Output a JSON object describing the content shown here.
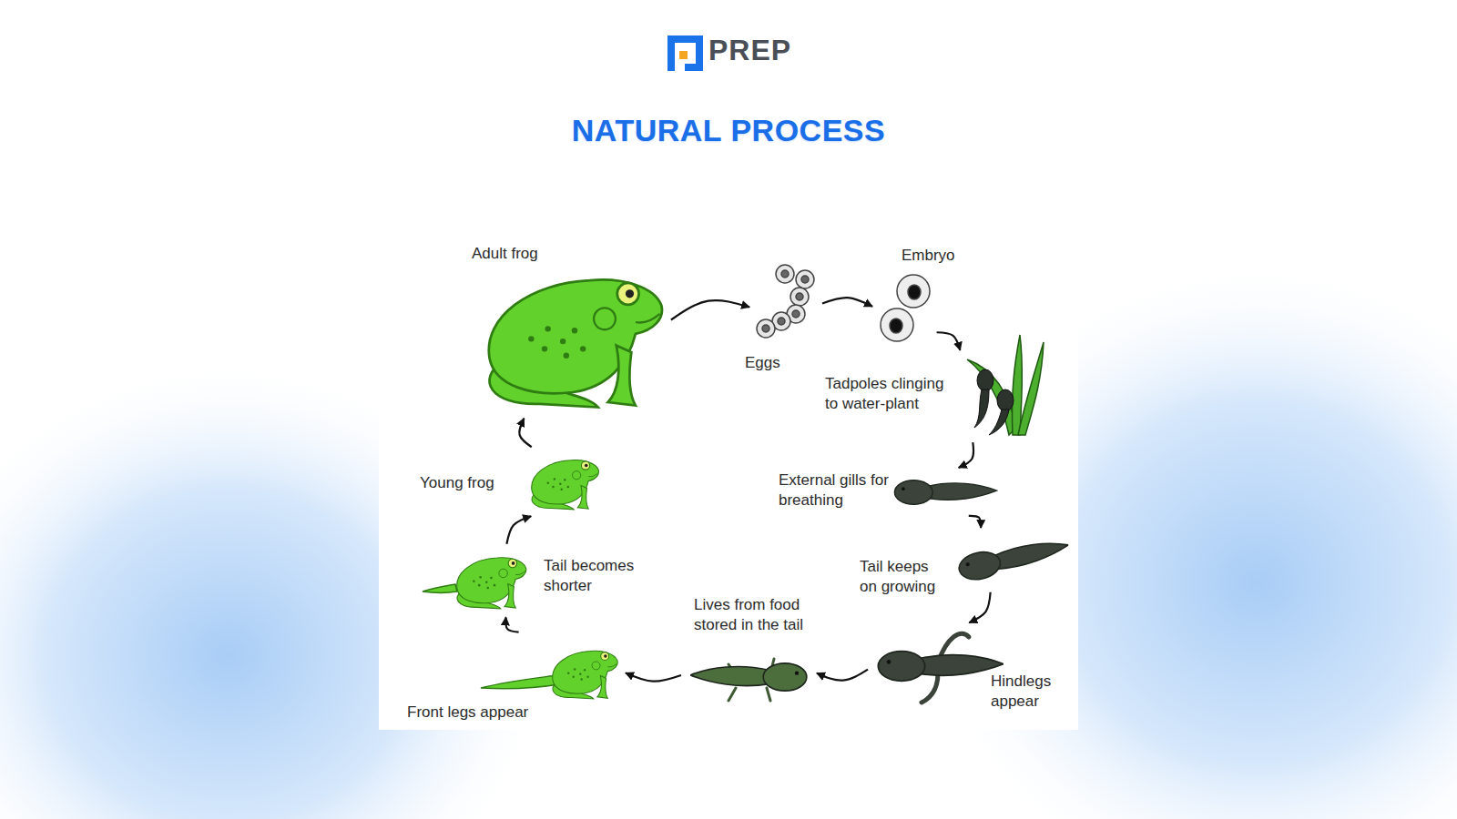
{
  "diagram": {
    "title": "NATURAL PROCESS",
    "nodes": [
      {
        "text": [
          "Adult frog"
        ]
      },
      {
        "text": [
          "Eggs"
        ]
      },
      {
        "text": [
          "Embryo"
        ]
      },
      {
        "text": [
          "Tadpoles clinging to water-plant"
        ]
      },
      {
        "text": [
          "External gills for breathing"
        ]
      },
      {
        "text": [
          "Tail keeps on growing"
        ]
      },
      {
        "text": [
          "Hindlegs appear"
        ]
      },
      {
        "text": [
          "Lives from food stored in the tail"
        ]
      },
      {
        "text": [
          "Front legs appear"
        ]
      },
      {
        "text": [
          "Tail becomes shorter"
        ]
      },
      {
        "text": [
          "Young frog"
        ]
      }
    ],
    "edges": [
      {
        "from": 0,
        "to": 1,
        "arrow": "to"
      },
      {
        "from": 1,
        "to": 2,
        "arrow": "to"
      },
      {
        "from": 2,
        "to": 3,
        "arrow": "to"
      },
      {
        "from": 3,
        "to": 4,
        "arrow": "to"
      },
      {
        "from": 4,
        "to": 5,
        "arrow": "to"
      },
      {
        "from": 5,
        "to": 6,
        "arrow": "to"
      },
      {
        "from": 6,
        "to": 7,
        "arrow": "to"
      },
      {
        "from": 7,
        "to": 8,
        "arrow": "to"
      },
      {
        "from": 8,
        "to": 9,
        "arrow": "to"
      },
      {
        "from": 9,
        "to": 10,
        "arrow": "to"
      },
      {
        "from": 10,
        "to": 0,
        "arrow": "to"
      }
    ],
    "labels": [
      "PREP"
    ]
  }
}
